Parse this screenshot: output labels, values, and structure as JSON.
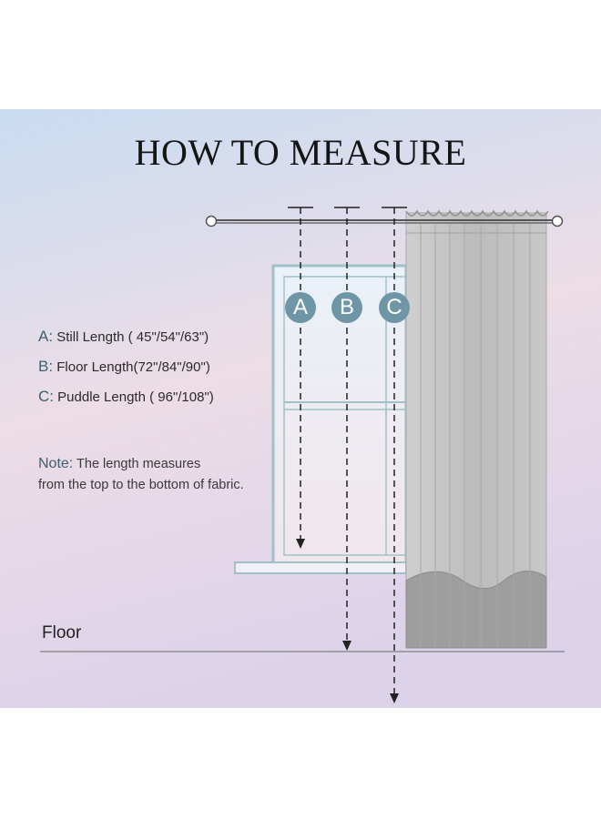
{
  "title": "HOW TO MEASURE",
  "legend": [
    {
      "key": "A:",
      "text": "Still Length ( 45\"/54\"/63\")"
    },
    {
      "key": "B:",
      "text": "Floor Length(72\"/84\"/90\")"
    },
    {
      "key": "C:",
      "text": "Puddle Length ( 96\"/108\")"
    }
  ],
  "note": {
    "label": "Note:",
    "line1": "The length measures",
    "line2": "from the top to the bottom of fabric."
  },
  "floor_label": "Floor",
  "markers": [
    "A",
    "B",
    "C"
  ],
  "colors": {
    "marker": "#6f96a6",
    "accent_text": "#3d6170",
    "curtain": "#bdbdbd",
    "curtain_puddle": "#9e9e9e",
    "window_frame": "#9fc2c8"
  }
}
